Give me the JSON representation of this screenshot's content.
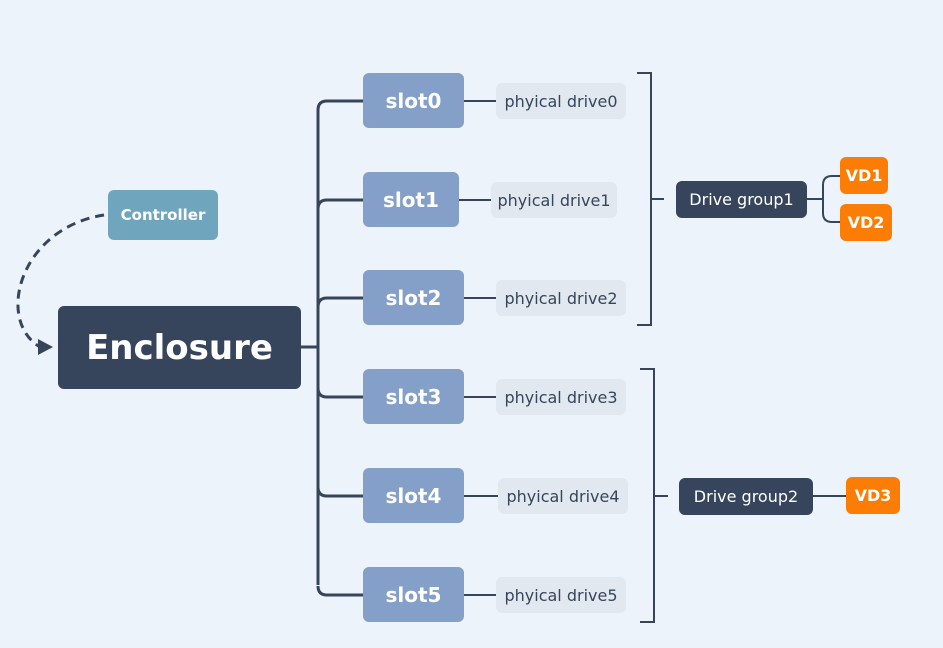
{
  "diagram": {
    "root": "Enclosure",
    "controller": "Controller",
    "slots": [
      "slot0",
      "slot1",
      "slot2",
      "slot3",
      "slot4",
      "slot5"
    ],
    "drives": [
      "phyical drive0",
      "phyical drive1",
      "phyical drive2",
      "phyical drive3",
      "phyical drive4",
      "phyical drive5"
    ],
    "groups": [
      {
        "label": "Drive group1",
        "vds": [
          "VD1",
          "VD2"
        ]
      },
      {
        "label": "Drive group2",
        "vds": [
          "VD3"
        ]
      }
    ]
  },
  "colors": {
    "background": "#edf3fa",
    "dark": "#36455c",
    "slot": "#849fc8",
    "controller": "#6fa6be",
    "drive": "#e2e8ef",
    "vd": "#fb7d06"
  }
}
